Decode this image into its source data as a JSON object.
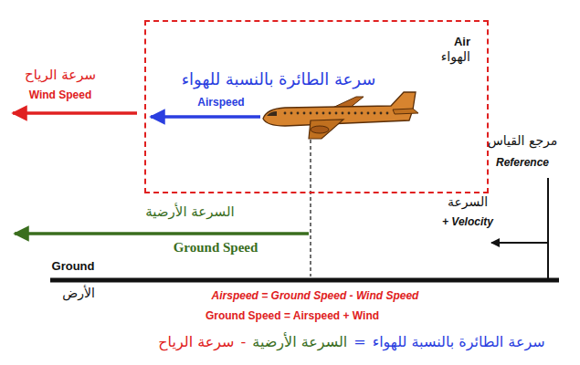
{
  "diagram": {
    "nodes": [
      {
        "text": [
          "Air",
          "الهواء"
        ]
      }
    ],
    "labels": [
      "سرعة الرياح",
      "Wind Speed",
      "سرعة الطائرة بالنسبة للهواء",
      "Airspeed",
      "مرجع القياس",
      "Reference",
      "السرعة",
      "+ Velocity",
      "السرعة الأرضية",
      "Ground Speed",
      "Ground",
      "الأرض",
      "Airspeed = Ground Speed - Wind Speed",
      "Ground Speed = Airspeed + Wind",
      "سرعة الطائرة بالنسبة للهواء",
      "=",
      "السرعة الأرضية",
      "-",
      "سرعة الرياح"
    ]
  }
}
